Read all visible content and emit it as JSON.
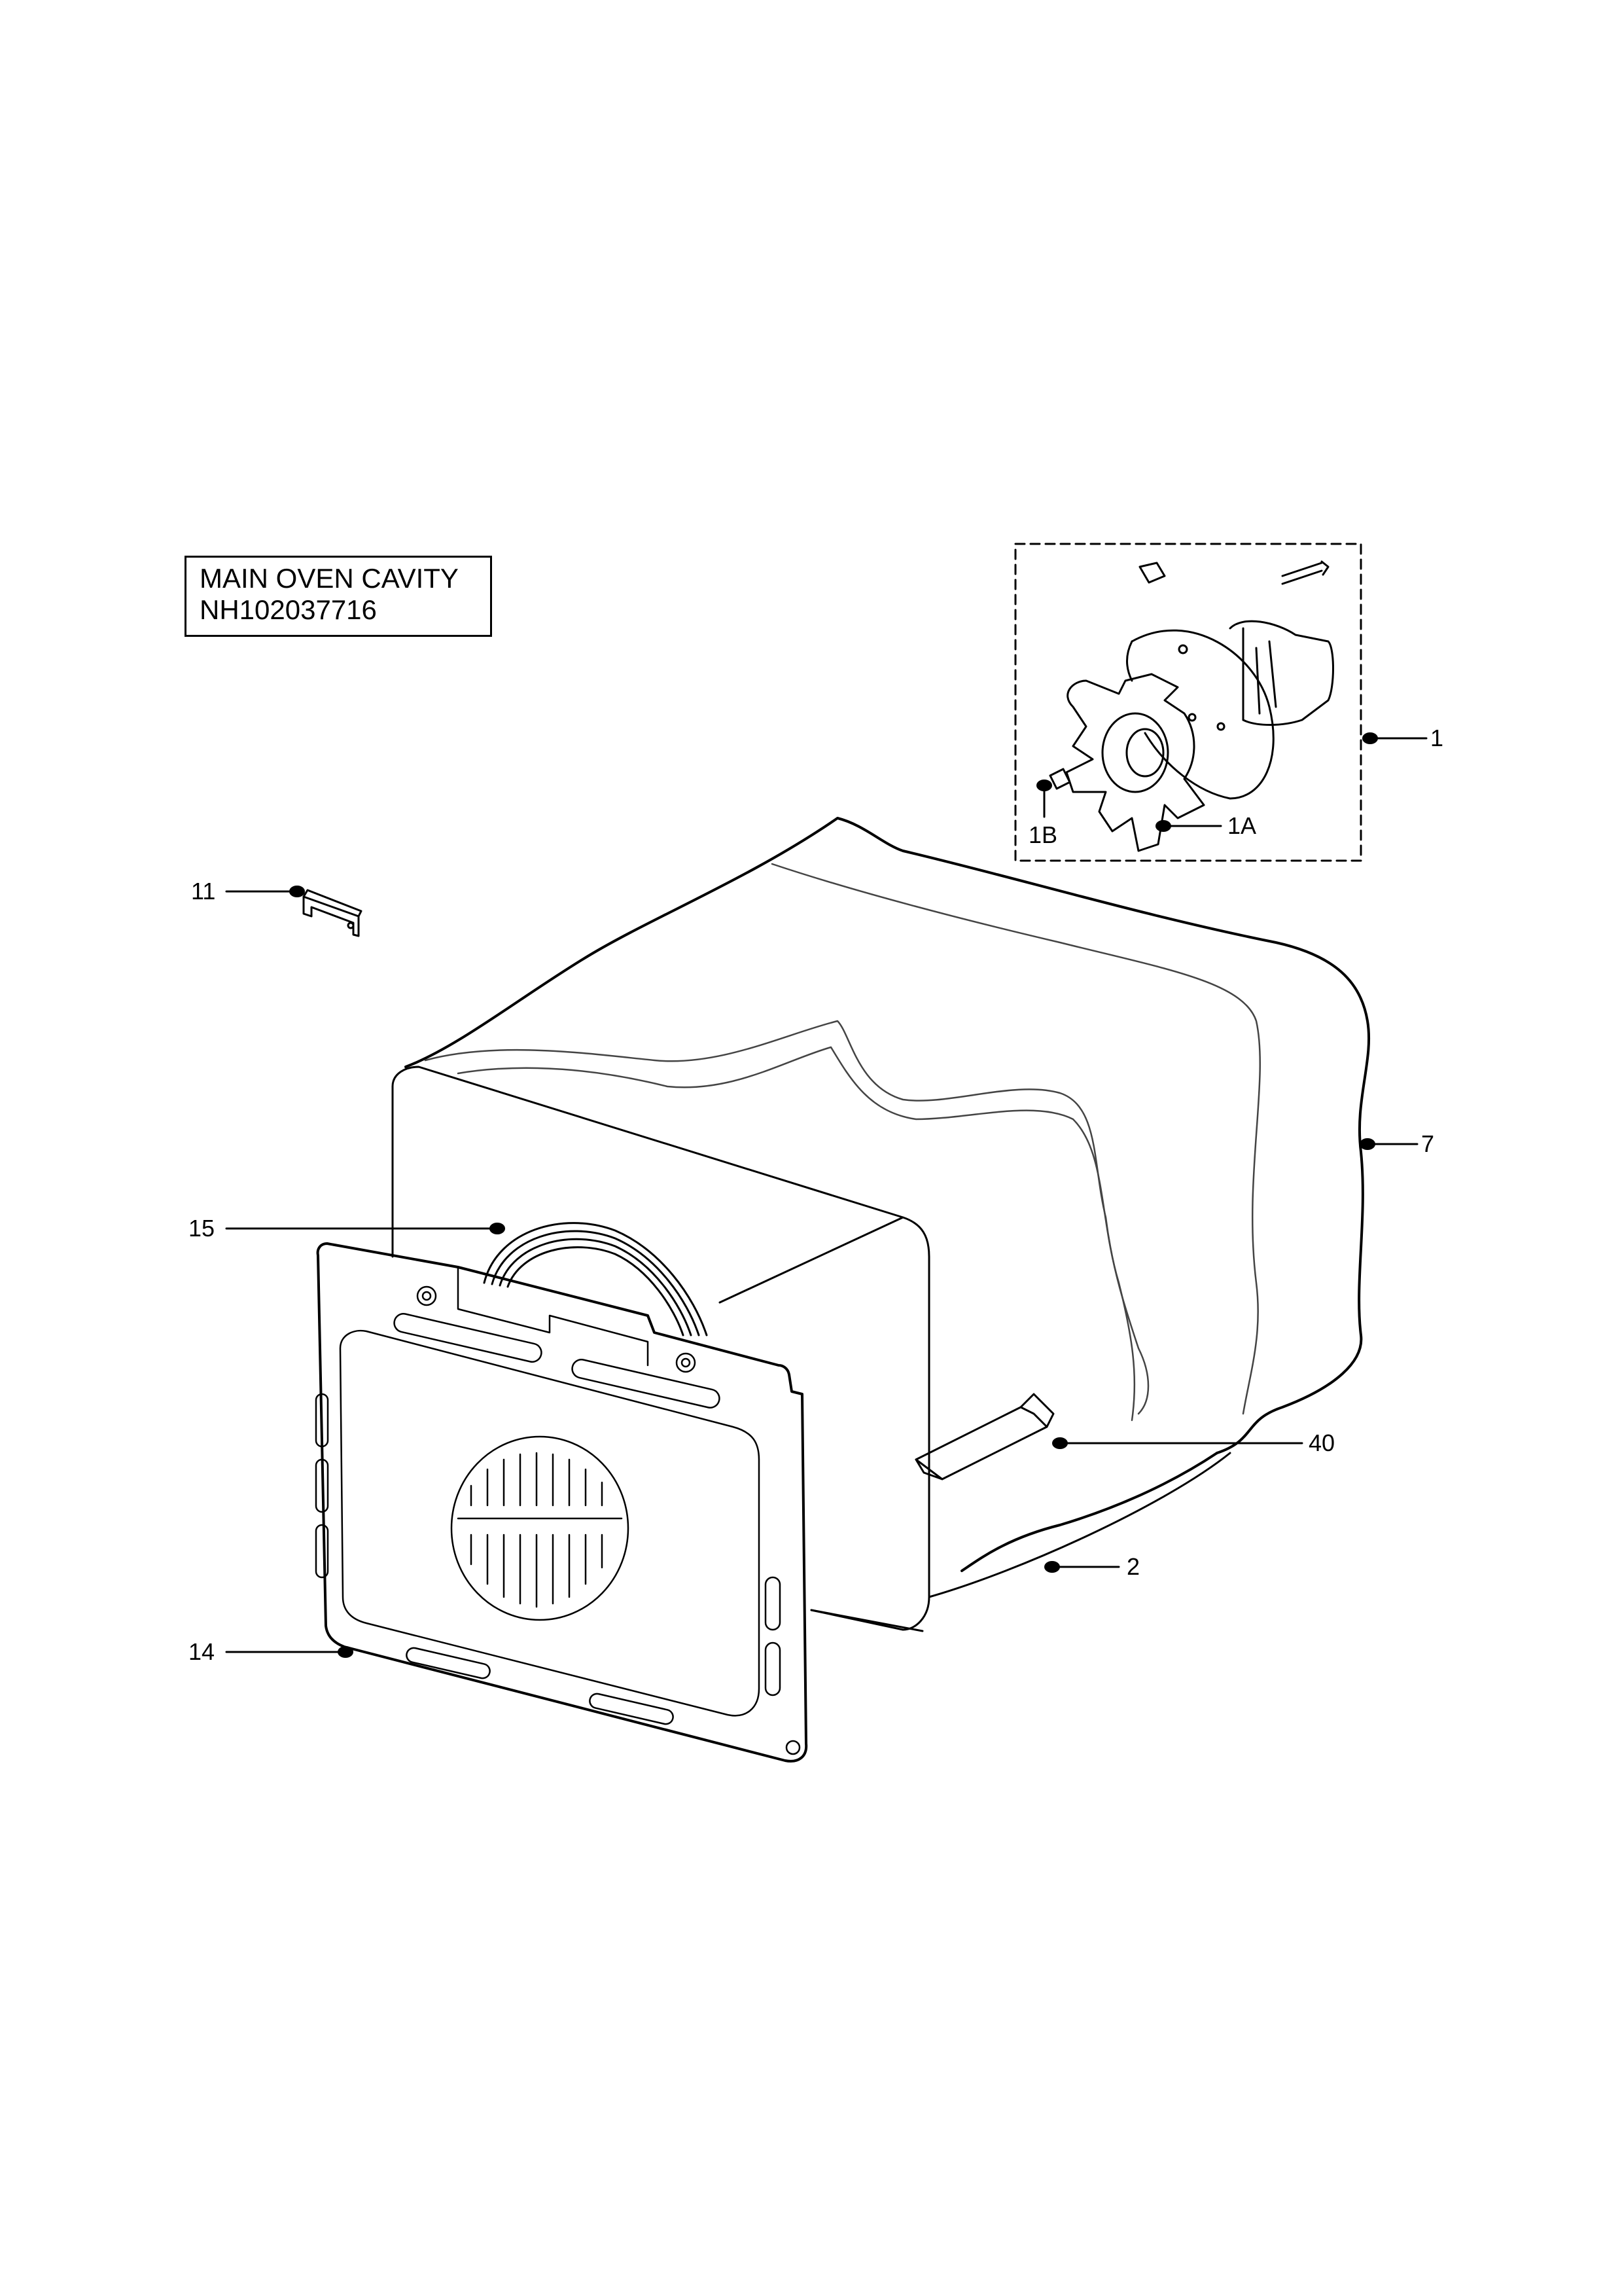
{
  "title": {
    "line1": "MAIN OVEN CAVITY",
    "line2": "NH102037716"
  },
  "callouts": {
    "c1": "1",
    "c1A": "1A",
    "c1B": "1B",
    "c2": "2",
    "c7": "7",
    "c11": "11",
    "c14": "14",
    "c15": "15",
    "c40": "40"
  }
}
